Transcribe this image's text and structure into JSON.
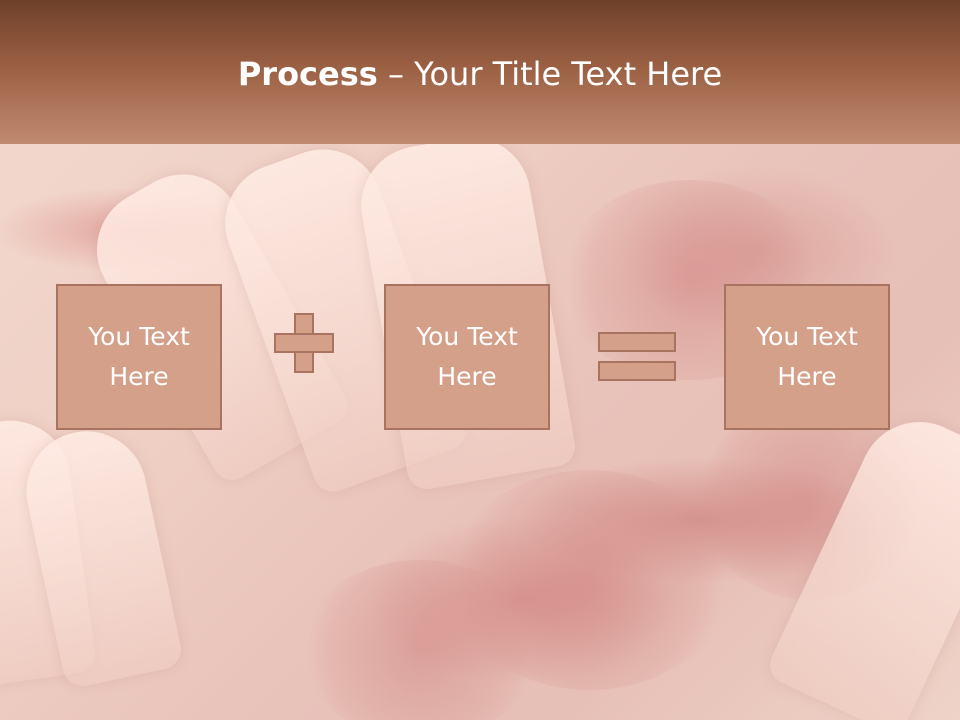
{
  "slide": {
    "title_bold": "Process",
    "title_rest": " – Your Title Text Here",
    "box1": "You Text Here",
    "box2": "You Text Here",
    "box3": "You Text Here",
    "plus_symbol": "plus-icon",
    "equals_symbol": "equals-icon"
  },
  "colors": {
    "header_top": "#6e402a",
    "header_bottom": "#c08a6f",
    "box_fill": "#d4a08a",
    "box_border": "#a87460",
    "text": "#ffffff"
  }
}
